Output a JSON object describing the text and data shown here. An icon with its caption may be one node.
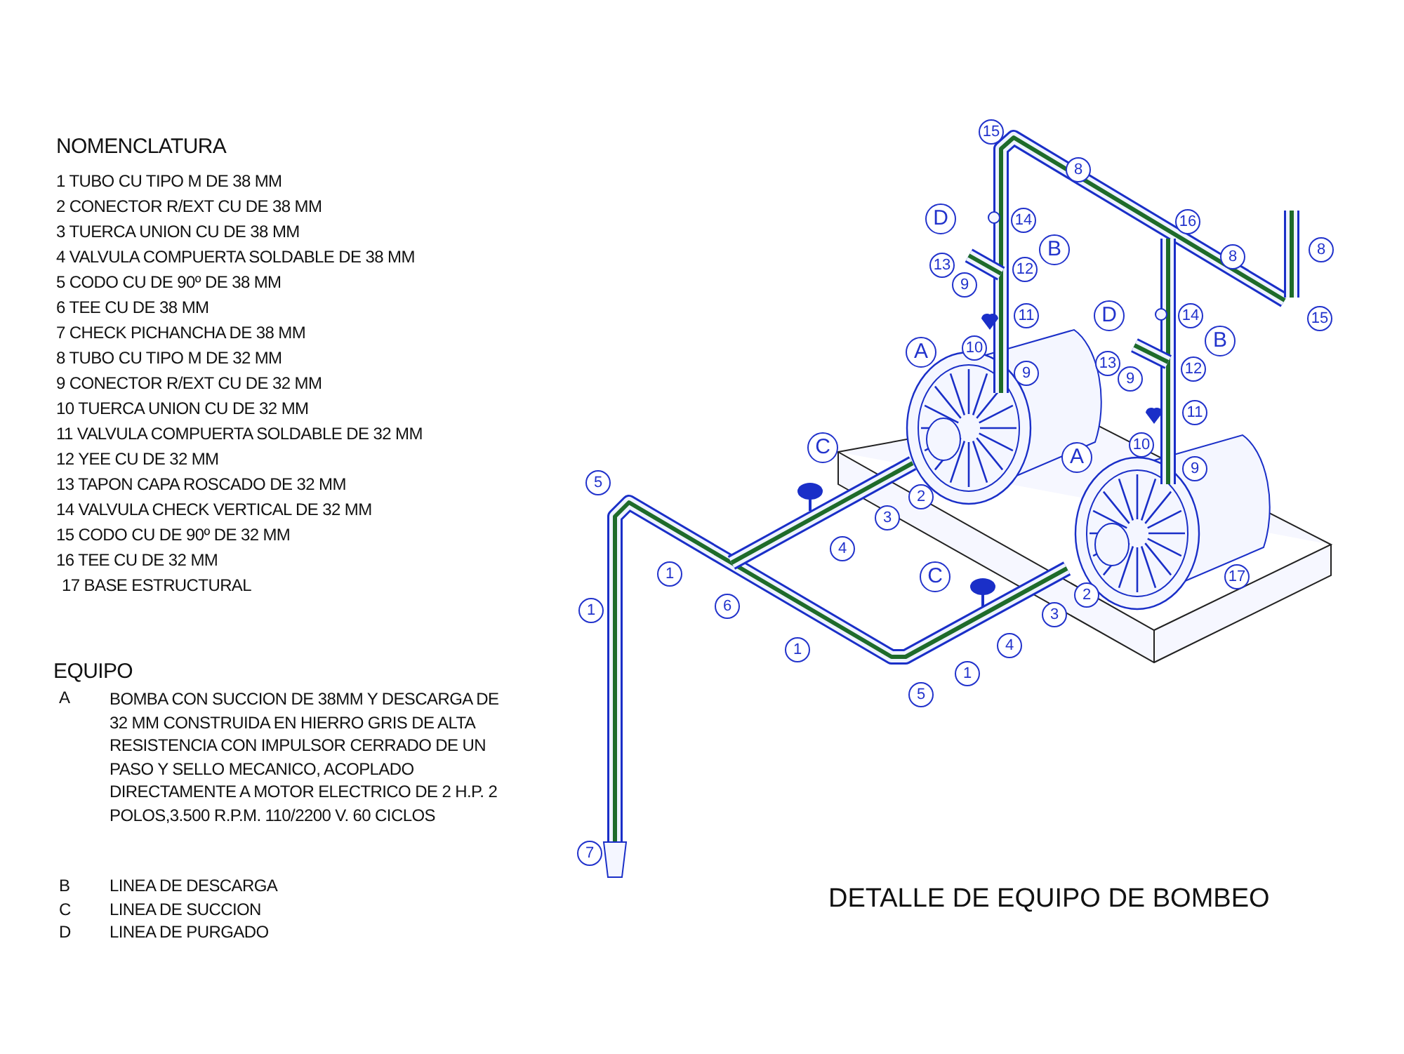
{
  "diagram": {
    "title": "DETALLE DE EQUIPO DE BOMBEO",
    "labels": [
      "NOMENCLATURA",
      "1 TUBO CU TIPO M DE 38 MM",
      "2 CONECTOR R/EXT CU DE 38 MM",
      "3 TUERCA UNION CU DE 38 MM",
      "4 VALVULA COMPUERTA SOLDABLE DE 38 MM",
      "5 CODO CU DE 90º DE 38 MM",
      "6 TEE CU DE 38 MM",
      "7 CHECK PICHANCHA DE 38 MM",
      "8 TUBO CU TIPO M DE 32 MM",
      "9 CONECTOR R/EXT CU DE 32 MM",
      "10 TUERCA UNION CU DE 32 MM",
      "11 VALVULA COMPUERTA SOLDABLE DE 32 MM",
      "12 YEE CU DE 32 MM",
      "13 TAPON CAPA ROSCADO DE 32 MM",
      "14 VALVULA CHECK VERTICAL DE 32 MM",
      "15 CODO CU DE 90º DE 32 MM",
      "16 TEE CU DE 32 MM",
      "17 BASE ESTRUCTURAL",
      "EQUIPO",
      "A",
      "BOMBA CON SUCCION DE 38MM Y DESCARGA DE 32 MM CONSTRUIDA EN HIERRO GRIS DE ALTA RESISTENCIA CON IMPULSOR CERRADO DE UN PASO Y SELLO MECANICO, ACOPLADO DIRECTAMENTE A MOTOR ELECTRICO DE 2 H.P. 2 POLOS,3.500 R.P.M. 110/2200 V. 60 CICLOS",
      "B",
      "LINEA DE DESCARGA",
      "C",
      "LINEA DE SUCCION",
      "D",
      "LINEA DE PURGADO",
      "15",
      "8",
      "D",
      "14",
      "16",
      "B",
      "13",
      "12",
      "8",
      "8",
      "9",
      "11",
      "D",
      "15",
      "14",
      "B",
      "A",
      "10",
      "13",
      "12",
      "9",
      "9",
      "11",
      "C",
      "10",
      "A",
      "9",
      "5",
      "2",
      "3",
      "4",
      "1",
      "C",
      "17",
      "2",
      "6",
      "1",
      "3",
      "4",
      "1",
      "1",
      "5",
      "7"
    ]
  }
}
